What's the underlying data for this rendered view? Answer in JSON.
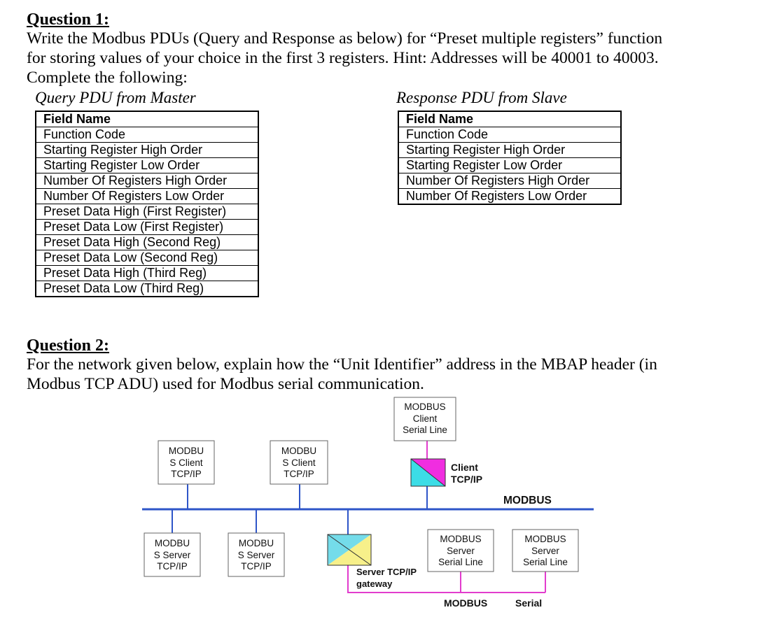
{
  "q1": {
    "heading": "Question 1:",
    "lines": [
      "Write the Modbus PDUs (Query and Response as below) for “Preset multiple registers” function",
      "for storing values of your choice in the first 3 registers. Hint: Addresses will be 40001 to 40003.",
      "Complete the following:"
    ],
    "query": {
      "caption": "Query PDU from Master",
      "header": "Field Name",
      "rows": [
        "Function Code",
        "Starting Register High Order",
        "Starting Register Low Order",
        "Number Of Registers High Order",
        "Number Of Registers Low Order",
        "Preset Data High (First Register)",
        "Preset Data Low (First Register)",
        "Preset Data High (Second Reg)",
        "Preset Data Low (Second Reg)",
        "Preset Data High (Third Reg)",
        "Preset Data Low (Third Reg)"
      ]
    },
    "response": {
      "caption": "Response PDU from Slave",
      "header": "Field Name",
      "rows": [
        "Function Code",
        "Starting Register High Order",
        "Starting Register Low Order",
        "Number Of Registers High Order",
        "Number Of Registers Low Order"
      ]
    }
  },
  "q2": {
    "heading": "Question 2:",
    "lines": [
      "For the network given below, explain how the “Unit Identifier” address in the MBAP header (in",
      "Modbus TCP ADU) used for Modbus serial communication."
    ]
  },
  "diagram": {
    "serial_client": [
      "MODBUS",
      "Client",
      "Serial Line"
    ],
    "tcp_client_1": [
      "MODBU",
      "S Client",
      "TCP/IP"
    ],
    "tcp_client_2": [
      "MODBU",
      "S Client",
      "TCP/IP"
    ],
    "tcp_server_1": [
      "MODBU",
      "S Server",
      "TCP/IP"
    ],
    "tcp_server_2": [
      "MODBU",
      "S Server",
      "TCP/IP"
    ],
    "serial_server_1": [
      "MODBUS",
      "Server",
      "Serial Line"
    ],
    "serial_server_2": [
      "MODBUS",
      "Server",
      "Serial Line"
    ],
    "client_gateway_label": [
      "Client",
      "TCP/IP"
    ],
    "server_gateway_label": [
      "Server TCP/IP",
      "gateway"
    ],
    "tcp_bus_label": "MODBUS",
    "serial_bus_label_1": "MODBUS",
    "serial_bus_label_2": "Serial",
    "colors": {
      "tcp_bus": "#2e55c8",
      "serial_bus": "#e23ccd",
      "client_gateway_magenta": "#f02de0",
      "client_gateway_cyan": "#3cdde6",
      "server_gateway_cyan": "#74dcea",
      "server_gateway_yellow": "#f7f08a"
    }
  }
}
